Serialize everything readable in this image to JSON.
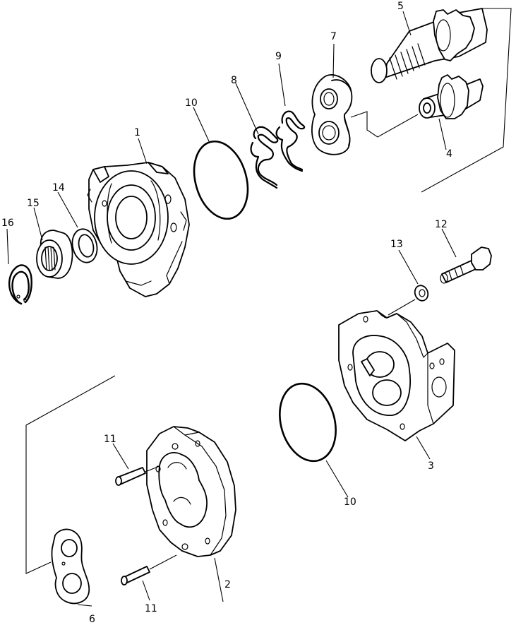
{
  "labels": {
    "l1": "1",
    "l2": "2",
    "l3": "3",
    "l4": "4",
    "l5": "5",
    "l6": "6",
    "l7": "7",
    "l8": "8",
    "l9": "9",
    "l10a": "10",
    "l10b": "10",
    "l11a": "11",
    "l11b": "11",
    "l12": "12",
    "l13": "13",
    "l14": "14",
    "l15": "15",
    "l16": "16"
  }
}
